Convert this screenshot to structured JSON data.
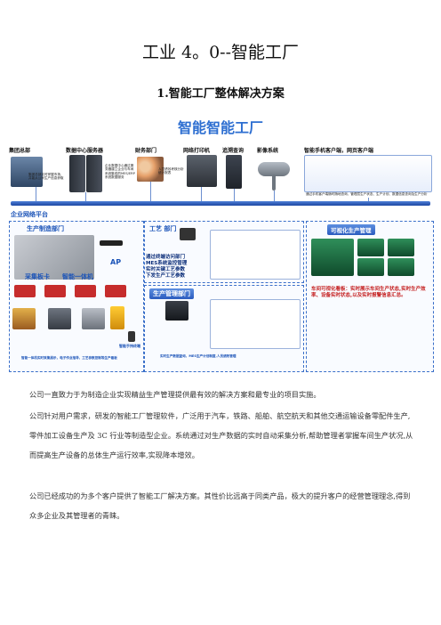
{
  "document": {
    "title": "工业 4。0--智能工厂",
    "subtitle": "1.智能工厂整体解决方案"
  },
  "diagram": {
    "heading": "智能智能工厂",
    "top_nodes": [
      {
        "label": "集团总部"
      },
      {
        "label": "数据中心服务器"
      },
      {
        "label": "财务部门"
      },
      {
        "label": "网络打印机"
      },
      {
        "label": "追溯查询"
      },
      {
        "label": "影像系统"
      },
      {
        "label": "智能手机客户端，网页客户端"
      }
    ],
    "network_label": "企业网络平台",
    "production_dept": "生产制造部门",
    "ap_label": "AP",
    "collector_label": "采集板卡",
    "smart_pc_label": "智能一体机",
    "process_dept": "工艺 部门",
    "process_note": "通过终端访问部门\nMES系统监控管理\n实时关键工艺参数\n下发生产工艺参数",
    "prod_mgmt_dept": "生产管理部门",
    "prod_mgmt_note": "实时生产数据查询，MES生产计划制度,人员绩效管理",
    "visual_mgmt": "可视化生产管理",
    "visual_note": "车间可视化看板：实时展示车间生产状态,实时生产效率、设备实时状态,以及实时报警信息汇总。",
    "bottom_note": "智能一体机实时采集展示，电子作业指导，工艺参数控制等生产看板",
    "scanner_label": "智能手持终端",
    "hq_note": "集团总部实时掌握市场，并能从公司生产信息获取",
    "server_note": "企业数据中心通过服务器建立企业与车间系统集成的MES/ERP系统数据服务",
    "finance_note": "人员绩效考核分析统计报表",
    "phone_note": "通过手机客户端随时随地查询，管理层生产状态、生产计划、数据信息查询及生产分析"
  },
  "paragraphs": [
    "公司一直致力于为制造企业实现精益生产管理提供最有效的解决方案和最专业的项目实施。",
    "公司针对用户需求，研发的智能工厂管理软件，广泛用于汽车，铁路、船舶、航空航天和其他交通运输设备零配件生产,零件加工设备生产及 3C 行业等制造型企业。系统通过对生产数据的实时自动采集分析,帮助管理者掌握车间生产状况,从而提高生产设备的总体生产运行效率,实现降本增效。",
    "公司已经成功的为多个客户提供了智能工厂解决方案。其性价比远高于同类产品，极大的提升客户的经营管理理念,得到众多企业及其管理者的青睐。"
  ],
  "colors": {
    "accent_blue": "#2e6fd1",
    "network_bar": "#1d47a3",
    "highlight_red": "#c41e1e"
  }
}
